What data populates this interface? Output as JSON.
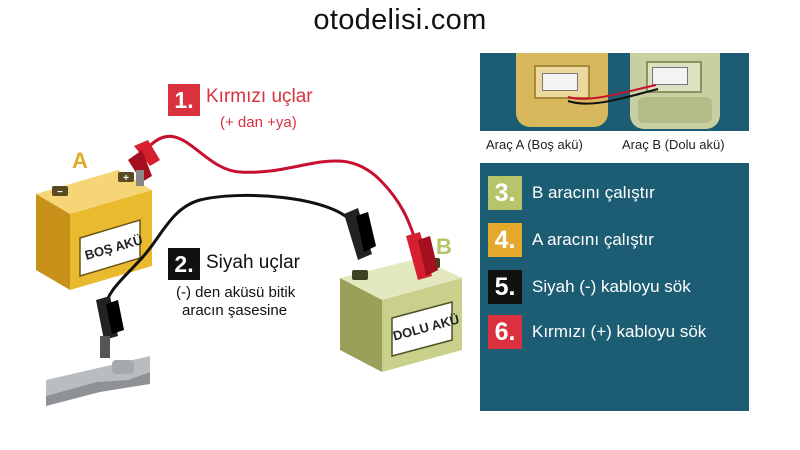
{
  "site": {
    "title": "otodelisi.com"
  },
  "batteries": {
    "a": {
      "letter": "A",
      "label": "BOŞ AKÜ"
    },
    "b": {
      "letter": "B",
      "label": "DOLU AKÜ"
    }
  },
  "steps_left": [
    {
      "number": "1.",
      "title": "Kırmızı uçlar",
      "subtitle": "(+ dan +ya)",
      "color": "#d9323e",
      "text_color": "#d9323e"
    },
    {
      "number": "2.",
      "title": "Siyah uçlar",
      "subtitle_line1": "(-) den aküsü bitik",
      "subtitle_line2": "aracın şasesine",
      "color": "#111111",
      "text_color": "#111111"
    }
  ],
  "cars": {
    "a_label": "Araç A (Boş akü)",
    "b_label": "Araç B (Dolu akü)"
  },
  "steps_right": [
    {
      "number": "3.",
      "text": "B aracını çalıştır",
      "color": "#b8c46a"
    },
    {
      "number": "4.",
      "text": "A aracını çalıştır",
      "color": "#e2a92a"
    },
    {
      "number": "5.",
      "text": "Siyah (-) kabloyu sök",
      "color": "#111111"
    },
    {
      "number": "6.",
      "text": "Kırmızı (+) kabloyu sök",
      "color": "#d9323e"
    }
  ],
  "colors": {
    "panel_bg": "#1d5d74",
    "battery_a": "#e9b92e",
    "battery_b": "#c8d08c",
    "red_cable": "#c8102e",
    "black_cable": "#111111"
  }
}
